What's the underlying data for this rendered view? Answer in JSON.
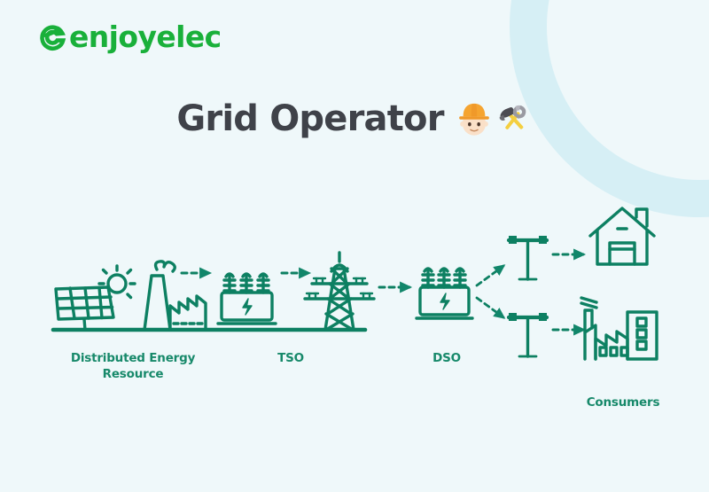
{
  "page": {
    "background_color": "#eff8fa",
    "accent_green": "#19b03a",
    "icon_green": "#0d8062",
    "label_green": "#17896a",
    "title_color": "#3f4249",
    "ring_color": "#d6eff5"
  },
  "brand": {
    "name": "enjoyelec",
    "logo_icon": "enjoyelec-e-mark"
  },
  "header": {
    "title": "Grid Operator",
    "emoji_worker": "construction-worker-emoji",
    "emoji_tools": "hammer-and-wrench-emoji"
  },
  "diagram": {
    "type": "flow",
    "nodes": [
      {
        "id": "der",
        "label": "Distributed Energy Resource",
        "icons": [
          "solar-panel-icon",
          "power-plant-icon"
        ]
      },
      {
        "id": "tso",
        "label": "TSO",
        "icons": [
          "transformer-icon",
          "transmission-pylon-icon"
        ]
      },
      {
        "id": "dso",
        "label": "DSO",
        "icons": [
          "transformer-icon",
          "utility-pole-icon",
          "utility-pole-icon"
        ]
      },
      {
        "id": "cons",
        "label": "Consumers",
        "icons": [
          "house-icon",
          "factory-icon"
        ]
      }
    ],
    "connections": [
      {
        "from": "power-plant",
        "to": "transformer",
        "style": "dashed-arrow"
      },
      {
        "from": "transformer",
        "to": "pylon",
        "style": "dashed-arrow"
      },
      {
        "from": "pylon",
        "to": "dso-transformer",
        "style": "dashed-arrow"
      },
      {
        "from": "dso-transformer",
        "to": "utility-pole-top",
        "style": "dashed-arrow"
      },
      {
        "from": "dso-transformer",
        "to": "utility-pole-bottom",
        "style": "dashed-arrow"
      },
      {
        "from": "utility-pole-top",
        "to": "house",
        "style": "dashed-arrow"
      },
      {
        "from": "utility-pole-bottom",
        "to": "factory",
        "style": "dashed-arrow"
      }
    ]
  },
  "labels": {
    "der": "Distributed Energy\nResource",
    "der_line1": "Distributed Energy",
    "der_line2": "Resource",
    "tso": "TSO",
    "dso": "DSO",
    "consumers": "Consumers"
  }
}
